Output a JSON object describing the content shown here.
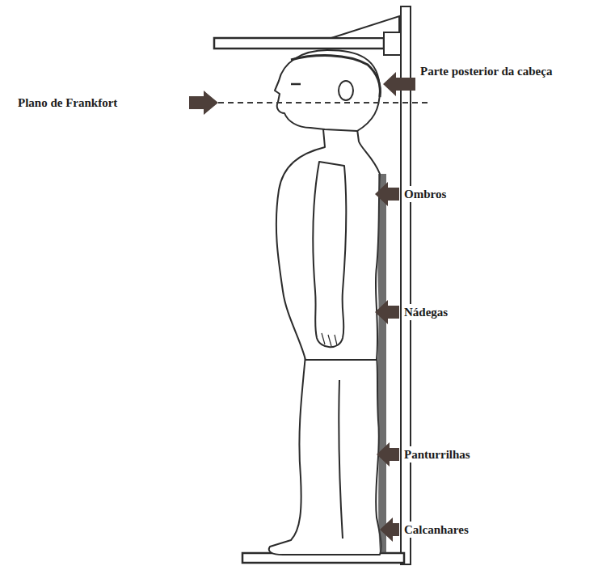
{
  "diagram": {
    "labels": [
      "Parte posterior da cabeça",
      "Plano de Frankfort",
      "Ombros",
      "Nádegas",
      "Panturrilhas",
      "Calcanhares"
    ]
  }
}
